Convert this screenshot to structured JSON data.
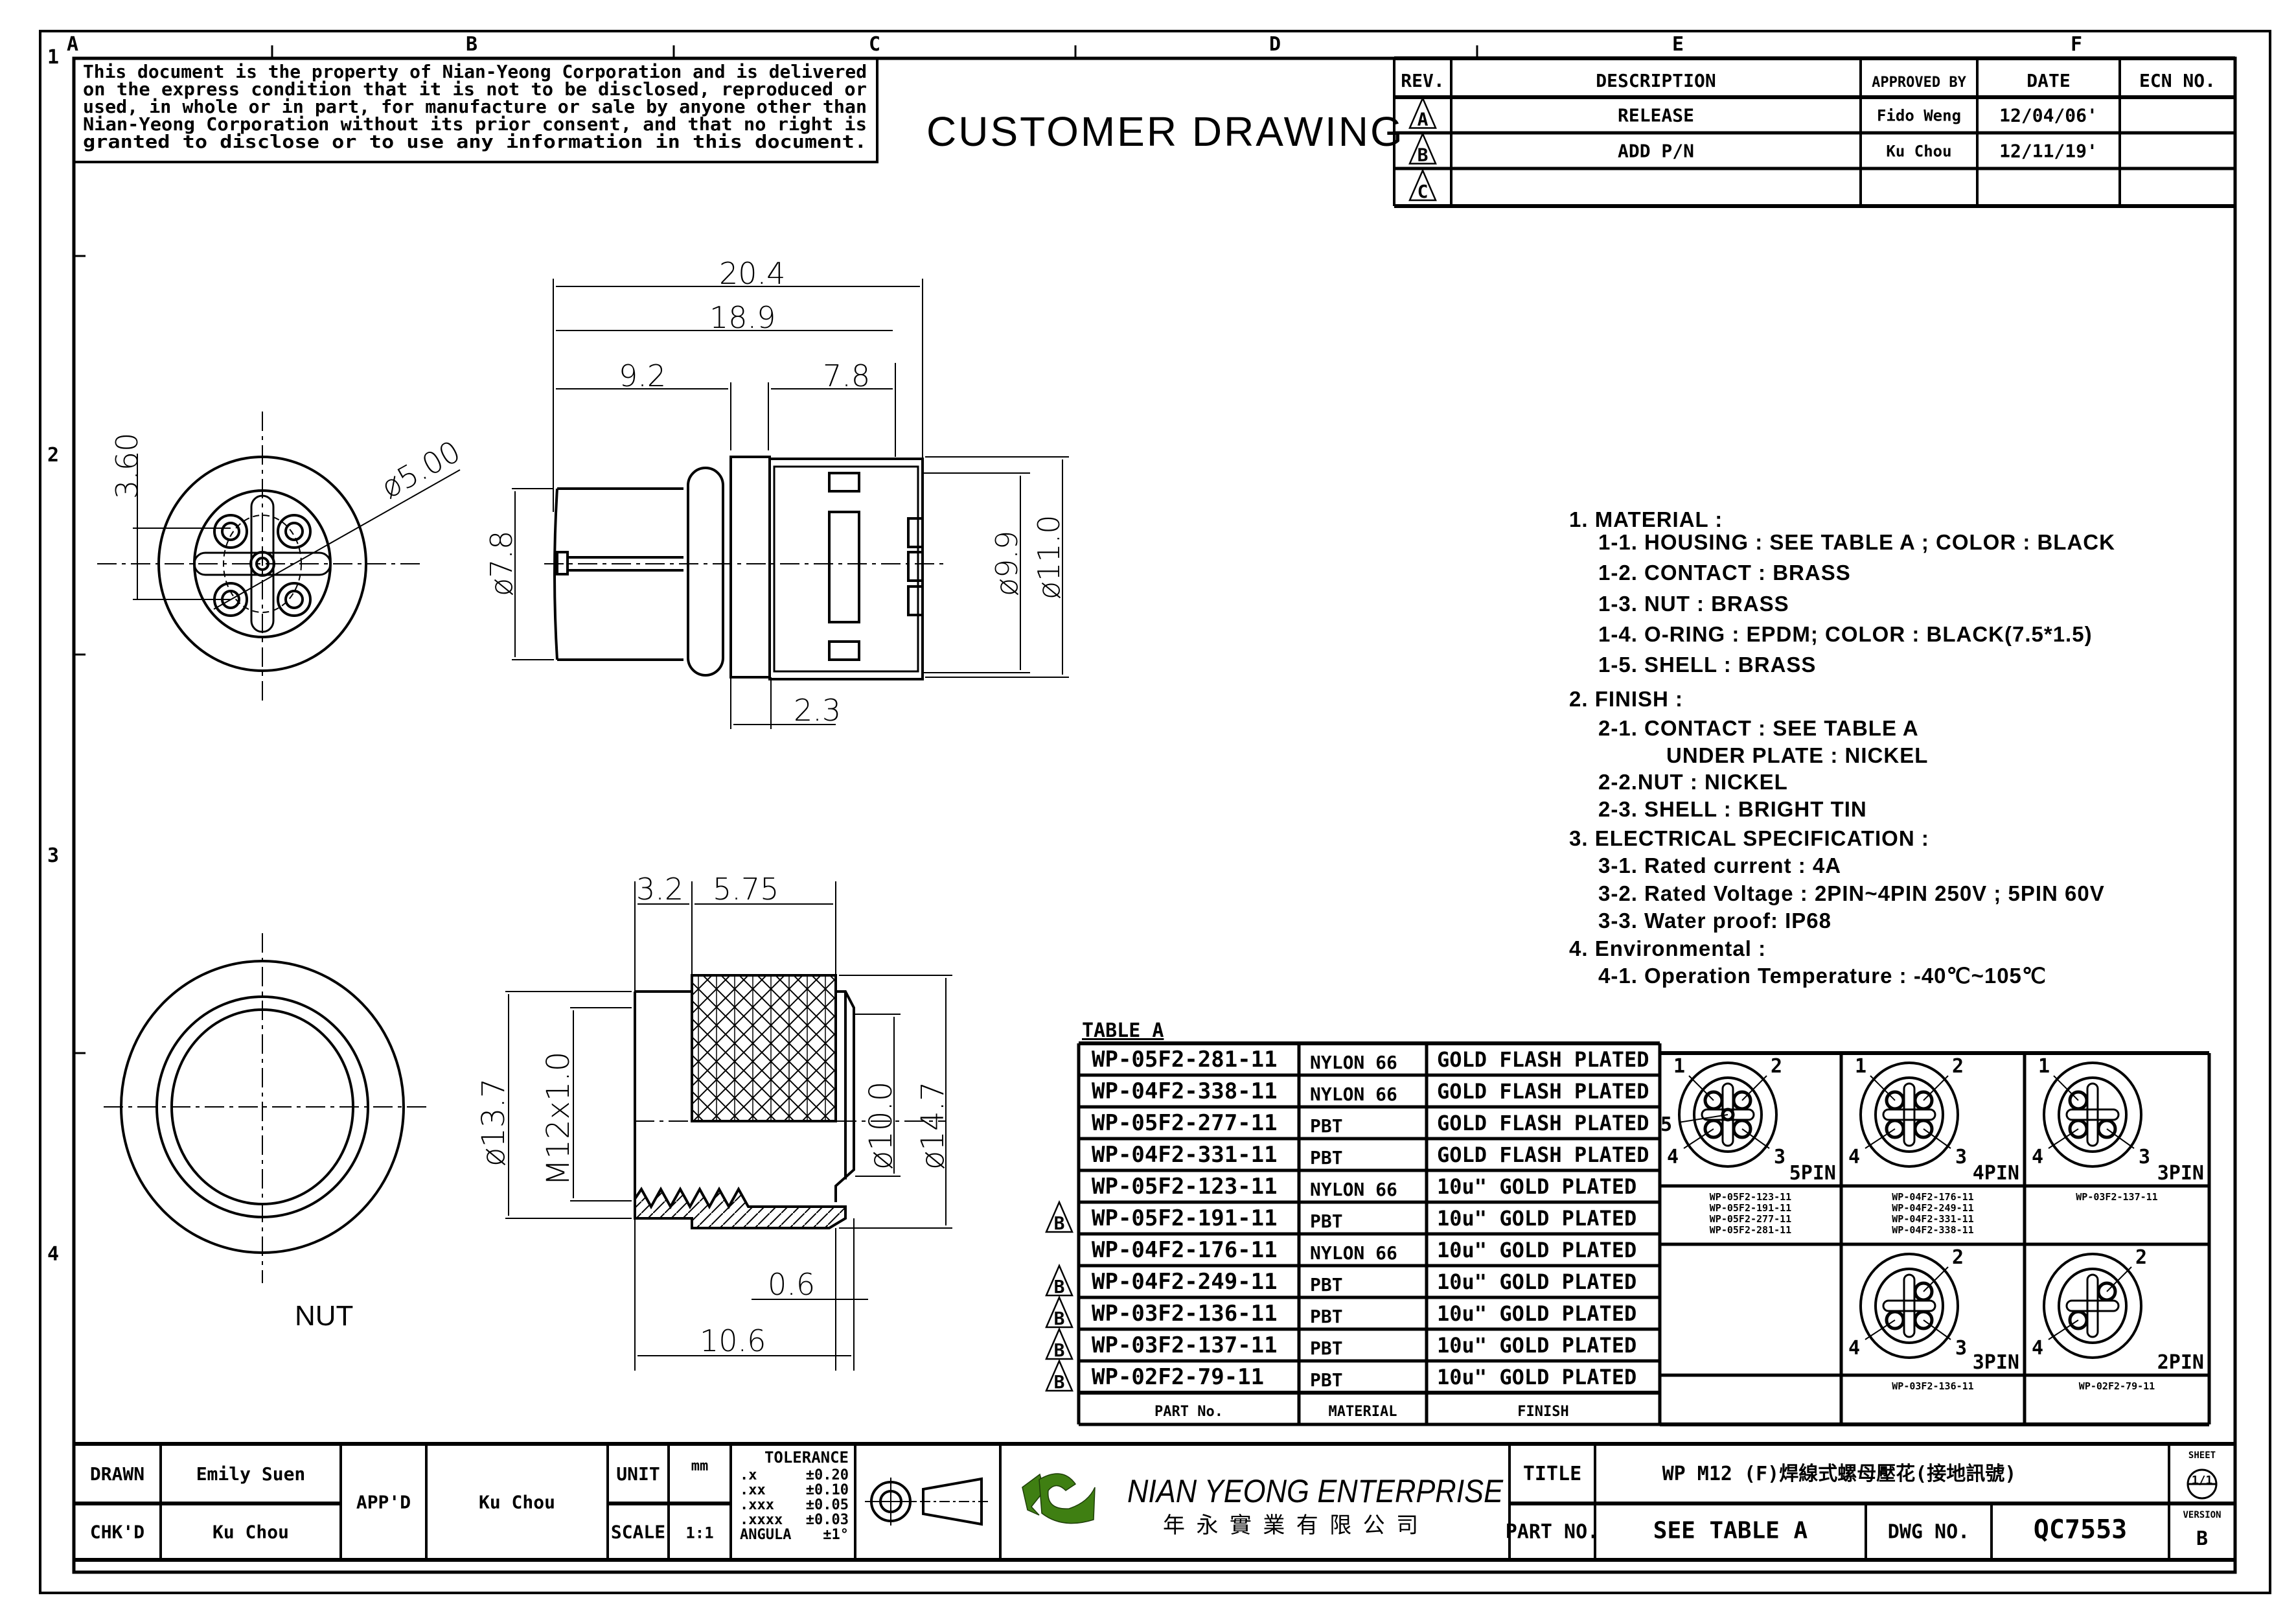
{
  "border": {
    "columns": [
      "A",
      "B",
      "C",
      "D",
      "E",
      "F"
    ],
    "rows": [
      "1",
      "2",
      "3",
      "4"
    ]
  },
  "disclaimer": [
    "This document is the property of Nian-Yeong Corporation and is delivered",
    "on  the  express condition that it is not to be disclosed, reproduced or",
    "used, in whole or in part, for manufacture or sale by anyone other than",
    "Nian-Yeong Corporation without  its prior consent, and that  no right  is",
    "granted to disclose or to use any information in this  document."
  ],
  "drawing_title": "CUSTOMER  DRAWING",
  "revision_table": {
    "headers": [
      "REV.",
      "DESCRIPTION",
      "APPROVED BY",
      "DATE",
      "ECN NO."
    ],
    "rows": [
      {
        "rev": "A",
        "description": "RELEASE",
        "approved_by": "Fido Weng",
        "date": "12/04/06'",
        "ecn": ""
      },
      {
        "rev": "B",
        "description": "ADD P/N",
        "approved_by": "Ku Chou",
        "date": "12/11/19'",
        "ecn": ""
      },
      {
        "rev": "C",
        "description": "",
        "approved_by": "",
        "date": "",
        "ecn": ""
      }
    ]
  },
  "views": {
    "front": {
      "dims": [
        "3.60",
        "ø5.00"
      ]
    },
    "side": {
      "dims": [
        "20.4",
        "18.9",
        "9.2",
        "7.8",
        "ø7.8",
        "ø9.9",
        "ø11.0",
        "2.3"
      ]
    },
    "nut_front": {
      "label": "NUT"
    },
    "nut_side": {
      "dims": [
        "3.2",
        "5.75",
        "ø13.7",
        "M12x1.0",
        "ø10.0",
        "ø14.7",
        "0.6",
        "10.6"
      ]
    }
  },
  "notes": [
    {
      "level": 0,
      "text": "1. MATERIAL :"
    },
    {
      "level": 1,
      "text": "1-1. HOUSING : SEE  TABLE  A ; COLOR : BLACK"
    },
    {
      "level": 1,
      "text": "1-2. CONTACT    : BRASS"
    },
    {
      "level": 1,
      "text": "1-3. NUT : BRASS"
    },
    {
      "level": 1,
      "text": "1-4. O-RING : EPDM; COLOR : BLACK(7.5*1.5)"
    },
    {
      "level": 1,
      "text": "1-5. SHELL : BRASS"
    },
    {
      "level": 0,
      "text": "2. FINISH :"
    },
    {
      "level": 1,
      "text": "2-1. CONTACT : SEE TABLE A"
    },
    {
      "level": 2,
      "text": "UNDER PLATE : NICKEL"
    },
    {
      "level": 1,
      "text": "2-2.NUT : NICKEL"
    },
    {
      "level": 1,
      "text": "2-3. SHELL : BRIGHT TIN"
    },
    {
      "level": 0,
      "text": "3. ELECTRICAL  SPECIFICATION :"
    },
    {
      "level": 1,
      "text": "3-1. Rated  current : 4A"
    },
    {
      "level": 1,
      "text": "3-2. Rated  Voltage : 2PIN~4PIN  250V ; 5PIN  60V"
    },
    {
      "level": 1,
      "text": "3-3. Water  proof: IP68"
    },
    {
      "level": 0,
      "text": "4. Environmental :"
    },
    {
      "level": 1,
      "text": "4-1. Operation  Temperature : -40℃~105℃"
    }
  ],
  "table_a": {
    "title": "TABLE  A",
    "headers": [
      "PART No.",
      "MATERIAL",
      "FINISH"
    ],
    "rows": [
      {
        "rev_mark": "",
        "part": "WP-05F2-281-11",
        "material": "NYLON  66",
        "finish": "GOLD  FLASH  PLATED"
      },
      {
        "rev_mark": "",
        "part": "WP-04F2-338-11",
        "material": "NYLON  66",
        "finish": "GOLD  FLASH  PLATED"
      },
      {
        "rev_mark": "",
        "part": "WP-05F2-277-11",
        "material": "PBT",
        "finish": "GOLD  FLASH  PLATED"
      },
      {
        "rev_mark": "",
        "part": "WP-04F2-331-11",
        "material": "PBT",
        "finish": "GOLD  FLASH  PLATED"
      },
      {
        "rev_mark": "",
        "part": "WP-05F2-123-11",
        "material": "NYLON  66",
        "finish": "10u\"  GOLD  PLATED"
      },
      {
        "rev_mark": "B",
        "part": "WP-05F2-191-11",
        "material": "PBT",
        "finish": "10u\"  GOLD  PLATED"
      },
      {
        "rev_mark": "",
        "part": "WP-04F2-176-11",
        "material": "NYLON  66",
        "finish": "10u\"  GOLD  PLATED"
      },
      {
        "rev_mark": "B",
        "part": "WP-04F2-249-11",
        "material": "PBT",
        "finish": "10u\"  GOLD  PLATED"
      },
      {
        "rev_mark": "B",
        "part": "WP-03F2-136-11",
        "material": "PBT",
        "finish": "10u\"  GOLD  PLATED"
      },
      {
        "rev_mark": "B",
        "part": "WP-03F2-137-11",
        "material": "PBT",
        "finish": "10u\"  GOLD  PLATED"
      },
      {
        "rev_mark": "B",
        "part": "WP-02F2-79-11",
        "material": "PBT",
        "finish": "10u\"  GOLD  PLATED"
      }
    ]
  },
  "pin_layouts": [
    {
      "label": "5PIN",
      "pins": [
        "1",
        "2",
        "3",
        "4",
        "5"
      ],
      "parts": [
        "WP-05F2-123-11",
        "WP-05F2-191-11",
        "WP-05F2-277-11",
        "WP-05F2-281-11"
      ]
    },
    {
      "label": "4PIN",
      "pins": [
        "1",
        "2",
        "3",
        "4"
      ],
      "parts": [
        "WP-04F2-176-11",
        "WP-04F2-249-11",
        "WP-04F2-331-11",
        "WP-04F2-338-11"
      ]
    },
    {
      "label": "3PIN",
      "pins": [
        "1",
        "3",
        "4"
      ],
      "parts": [
        "WP-03F2-137-11"
      ]
    },
    {
      "label": "3PIN",
      "pins": [
        "2",
        "3",
        "4"
      ],
      "parts": [
        "WP-03F2-136-11"
      ]
    },
    {
      "label": "2PIN",
      "pins": [
        "2",
        "4"
      ],
      "parts": [
        "WP-02F2-79-11"
      ]
    }
  ],
  "title_block": {
    "drawn_label": "DRAWN",
    "drawn_value": "Emily Suen",
    "checked_label": "CHK'D",
    "checked_value": "Ku Chou",
    "approved_label": "APP'D",
    "approved_value": "Ku Chou",
    "unit_label": "UNIT",
    "unit_value": "mm",
    "scale_label": "SCALE",
    "scale_value": "1:1",
    "tolerance": {
      "title": "TOLERANCE",
      "rows": [
        {
          "k": ".x",
          "v": "±0.20"
        },
        {
          "k": ".xx",
          "v": "±0.10"
        },
        {
          "k": ".xxx",
          "v": "±0.05"
        },
        {
          "k": ".xxxx",
          "v": "±0.03"
        },
        {
          "k": "ANGULA",
          "v": "±1°"
        }
      ]
    },
    "company_en": "NIAN YEONG ENTERPRISE",
    "company_zh": "年 永 實 業 有 限 公 司",
    "logo_color": "#3f7f12",
    "title_label": "TITLE",
    "title_value": "WP  M12  (F)焊線式螺母壓花(接地訊號)",
    "part_no_label": "PART NO.",
    "part_no_value": "SEE  TABLE  A",
    "dwg_no_label": "DWG NO.",
    "dwg_no_value": "QC7553",
    "sheet_label": "SHEET",
    "sheet_value": "1/1",
    "version_label": "VERSION",
    "version_value": "B"
  }
}
